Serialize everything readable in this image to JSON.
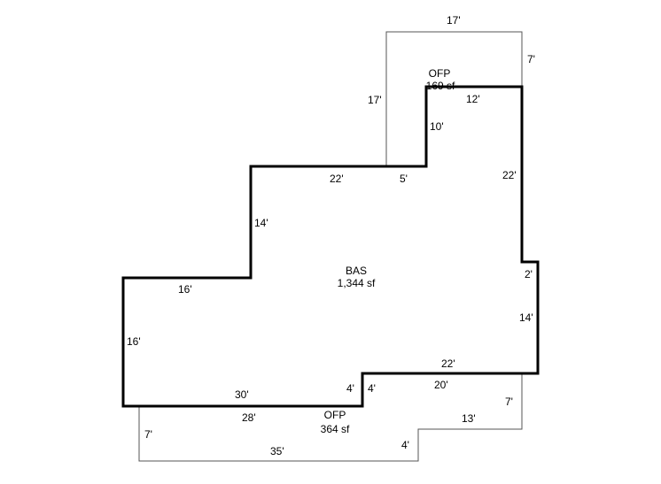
{
  "areas": {
    "bas": {
      "name": "BAS",
      "size": "1,344 sf"
    },
    "ofp_top": {
      "name": "OFP",
      "size": "169 sf"
    },
    "ofp_bottom": {
      "name": "OFP",
      "size": "364 sf"
    }
  },
  "dimensions": {
    "bas": {
      "top_right": "12'",
      "step_up": "10'",
      "step_left": "5'",
      "upper_top": "22'",
      "upper_left": "14'",
      "left_top": "16'",
      "left_side": "16'",
      "bottom_left": "30'",
      "bottom_step": "4'",
      "bottom_right": "22'",
      "right_lower": "14'",
      "right_notch": "2'",
      "right_upper": "22'"
    },
    "ofp_top": {
      "top": "17'",
      "left": "17'",
      "right": "7'"
    },
    "ofp_bottom": {
      "top_left": "28'",
      "step": "4'",
      "top_right": "20'",
      "right": "7'",
      "lower_right_top": "13'",
      "lower_step": "4'",
      "bottom": "35'",
      "left": "7'"
    }
  },
  "colors": {
    "line": "#000000",
    "outline_thin": "#555555",
    "background": "#ffffff"
  }
}
